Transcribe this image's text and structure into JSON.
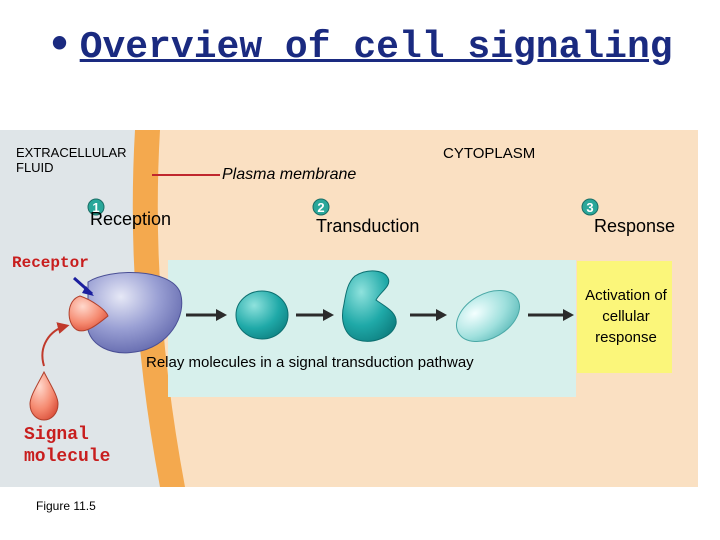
{
  "title": "Overview of cell signaling",
  "labels": {
    "extracellular": "EXTRACELLULAR FLUID",
    "cytoplasm": "CYTOPLASM",
    "plasma_membrane": "Plasma membrane",
    "receptor": "Receptor",
    "signal_molecule": "Signal molecule",
    "relay": "Relay molecules in a signal transduction pathway",
    "activation": "Activation of cellular response",
    "figure": "Figure 11.5"
  },
  "steps": [
    {
      "number": "1",
      "label": "Reception"
    },
    {
      "number": "2",
      "label": "Transduction"
    },
    {
      "number": "3",
      "label": "Response"
    }
  ],
  "colors": {
    "title": "#1a2a80",
    "cytoplasm": "#fae0c2",
    "extracellular": "#dfe5e8",
    "membrane": "#f4a94e",
    "relay_box": "#d7f0ec",
    "response_box": "#fbf67a",
    "step_badge": "#2aa79a",
    "red_text": "#c81e1e"
  }
}
